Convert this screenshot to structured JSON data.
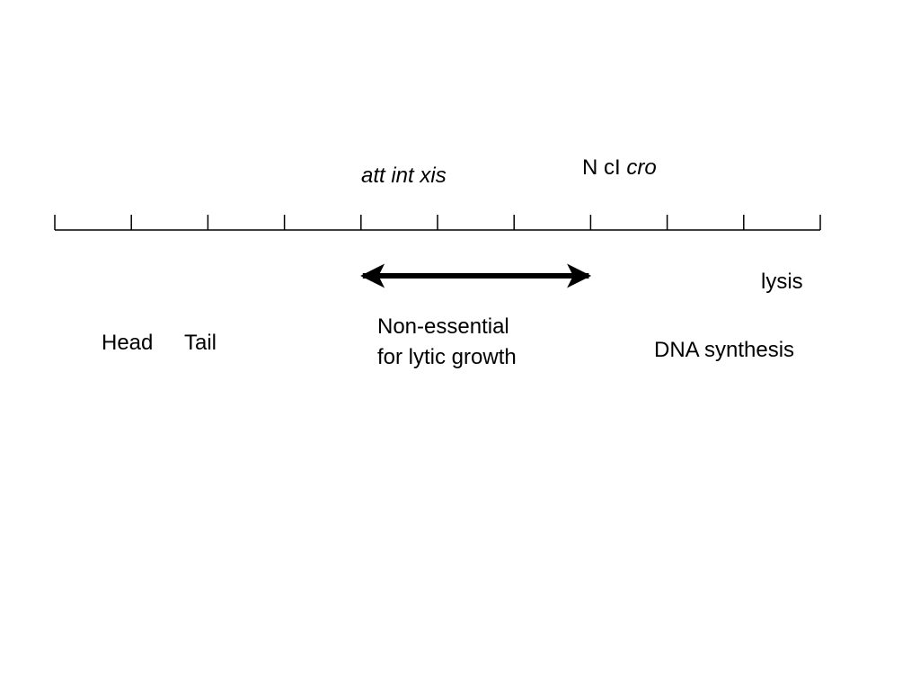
{
  "labels": {
    "att_int_xis": "att int xis",
    "n_ci": "N cI",
    "cro": "cro",
    "lysis": "lysis",
    "head": "Head",
    "tail": "Tail",
    "nonessential_line1": "Non-essential",
    "nonessential_line2": "for lytic growth",
    "dna_synthesis": "DNA synthesis"
  },
  "map": {
    "segments": 10,
    "arrow_span_ticks": [
      4,
      7
    ],
    "line_color": "#000000"
  }
}
